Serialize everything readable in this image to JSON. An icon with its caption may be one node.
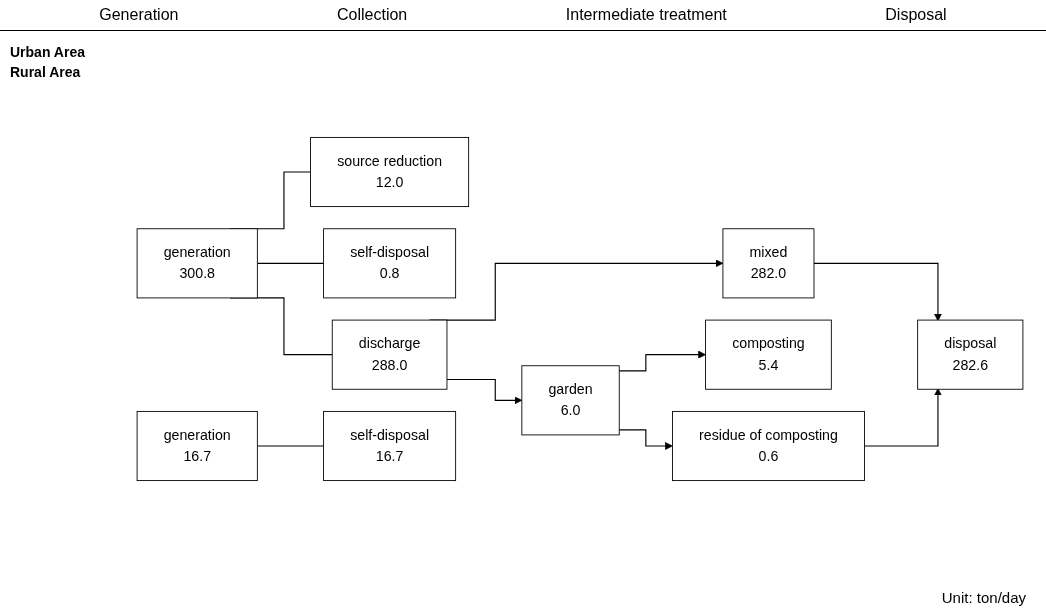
{
  "diagram": {
    "nodes": [
      {
        "text": [
          "generation",
          "300.8"
        ]
      },
      {
        "text": [
          "source reduction",
          "12.0"
        ]
      },
      {
        "text": [
          "self-disposal",
          "0.8"
        ]
      },
      {
        "text": [
          "discharge",
          "288.0"
        ]
      },
      {
        "text": [
          "garden",
          "6.0"
        ]
      },
      {
        "text": [
          "mixed",
          "282.0"
        ]
      },
      {
        "text": [
          "composting",
          "5.4"
        ]
      },
      {
        "text": [
          "residue of composting",
          "0.6"
        ]
      },
      {
        "text": [
          "disposal",
          "282.6"
        ]
      },
      {
        "text": [
          "generation",
          "16.7"
        ]
      },
      {
        "text": [
          "self-disposal",
          "16.7"
        ]
      }
    ],
    "edges": [
      {
        "from": 0,
        "to": 1,
        "arrow": "none"
      },
      {
        "from": 0,
        "to": 2,
        "arrow": "none"
      },
      {
        "from": 0,
        "to": 3,
        "arrow": "none"
      },
      {
        "from": 3,
        "to": 4,
        "arrow": "to"
      },
      {
        "from": 3,
        "to": 5,
        "arrow": "to"
      },
      {
        "from": 4,
        "to": 6,
        "arrow": "to"
      },
      {
        "from": 4,
        "to": 7,
        "arrow": "to"
      },
      {
        "from": 5,
        "to": 8,
        "arrow": "to"
      },
      {
        "from": 7,
        "to": 8,
        "arrow": "to"
      },
      {
        "from": 9,
        "to": 10,
        "arrow": "none"
      }
    ],
    "labels": [
      "Generation",
      "Collection",
      "Intermediate treatment",
      "Disposal",
      "Urban Area",
      "Rural Area",
      "Unit: ton/day"
    ]
  }
}
